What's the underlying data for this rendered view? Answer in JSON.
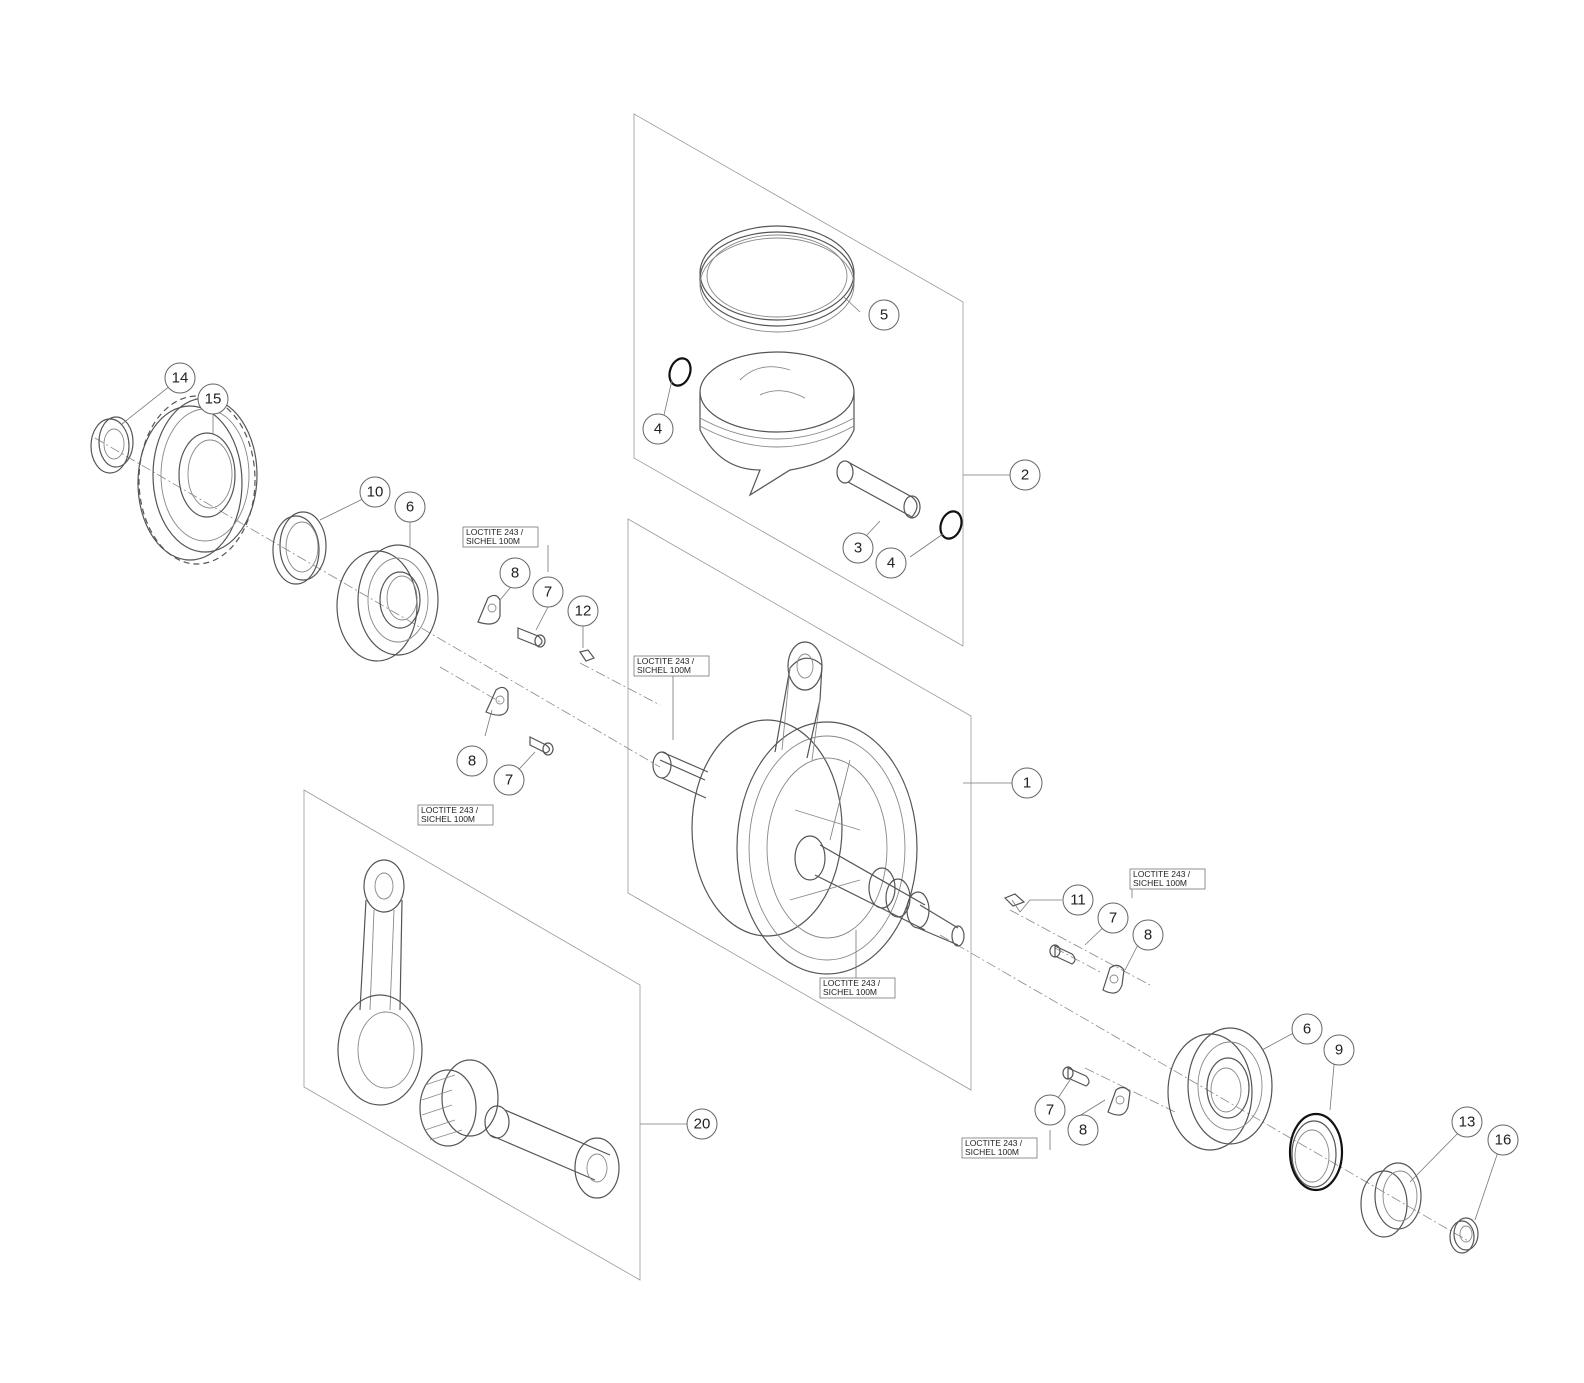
{
  "callouts": {
    "c1": "1",
    "c2": "2",
    "c3": "3",
    "c4": "4",
    "c5": "5",
    "c6": "6",
    "c7": "7",
    "c8": "8",
    "c9": "9",
    "c10": "10",
    "c11": "11",
    "c12": "12",
    "c13": "13",
    "c14": "14",
    "c15": "15",
    "c16": "16",
    "c20": "20"
  },
  "notes": {
    "loctite_line1": "LOCTITE 243 /",
    "loctite_line2": "SICHEL 100M"
  }
}
